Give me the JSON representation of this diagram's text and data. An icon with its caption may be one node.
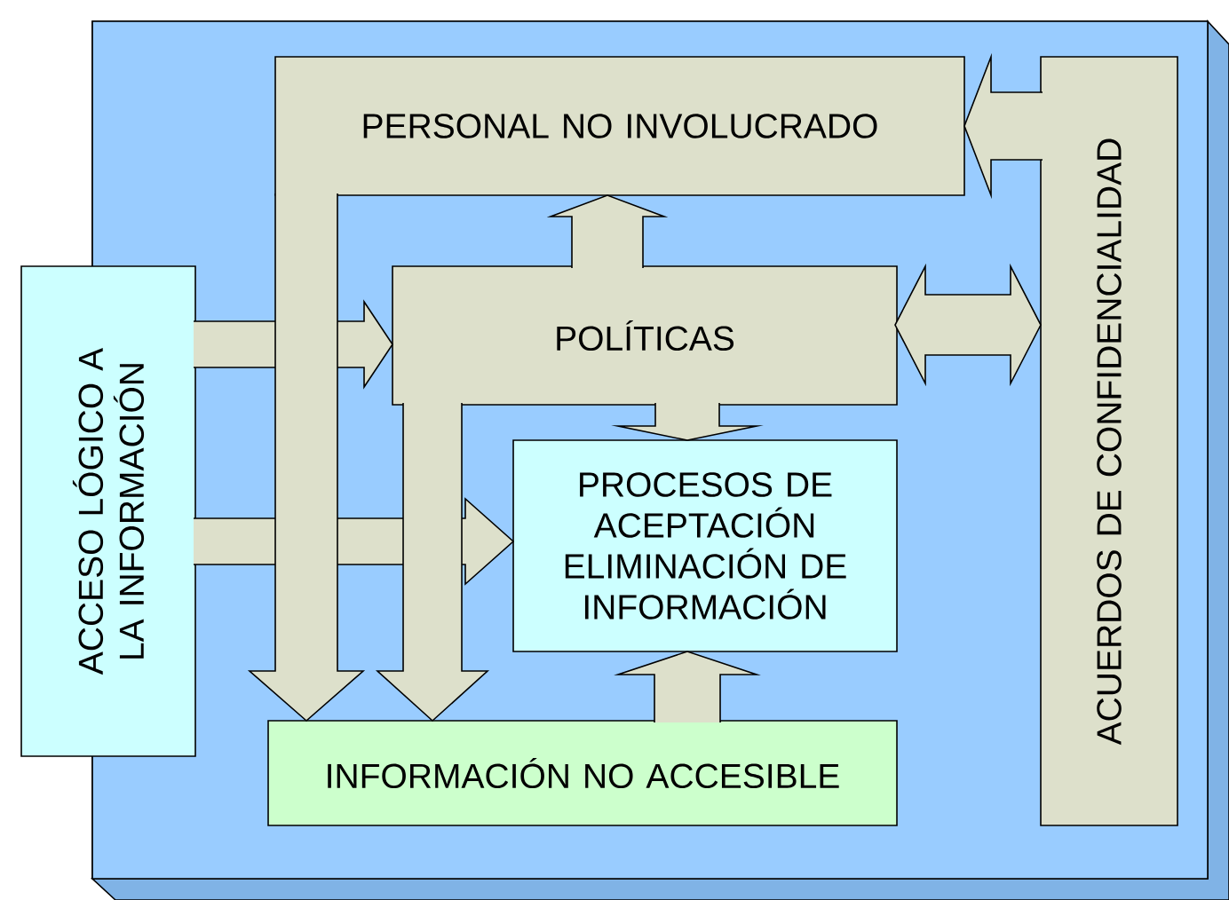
{
  "diagram": {
    "nodes": [
      {
        "text": [
          "PERSONAL NO INVOLUCRADO"
        ]
      },
      {
        "text": [
          "POLÍTICAS"
        ]
      },
      {
        "text": [
          "PROCESOS DE ACEPTACIÓN ELIMINACIÓN DE INFORMACIÓN"
        ]
      },
      {
        "text": [
          "INFORMACIÓN NO ACCESIBLE"
        ]
      },
      {
        "text": [
          "ACCESO LÓGICO A LA INFORMACIÓN"
        ]
      },
      {
        "text": [
          "ACUERDOS DE CONFIDENCIALIDAD"
        ]
      }
    ],
    "edges": [
      {
        "from": 4,
        "to": 1,
        "arrow": "to"
      },
      {
        "from": 4,
        "to": 2,
        "arrow": "to"
      },
      {
        "from": 0,
        "to": 3,
        "arrow": "to"
      },
      {
        "from": 1,
        "to": 3,
        "arrow": "to"
      },
      {
        "from": 1,
        "to": 0,
        "arrow": "to"
      },
      {
        "from": 1,
        "to": 2,
        "arrow": "to"
      },
      {
        "from": 3,
        "to": 2,
        "arrow": "to"
      },
      {
        "from": 5,
        "to": 0,
        "arrow": "to"
      },
      {
        "from": 1,
        "to": 5,
        "arrow": "both"
      }
    ]
  }
}
